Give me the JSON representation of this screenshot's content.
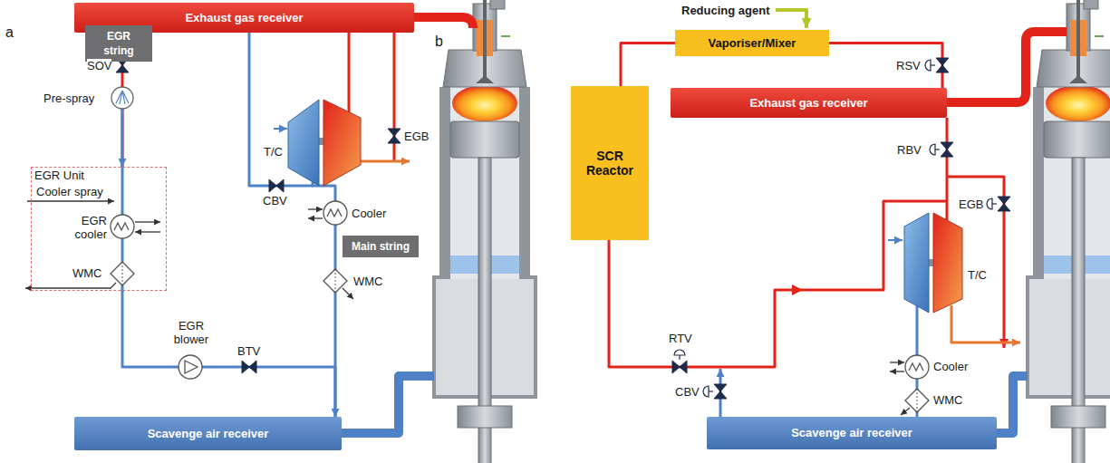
{
  "diagram": {
    "nodes": [
      {
        "text": [
          "Exhaust gas receiver"
        ]
      },
      {
        "text": [
          "EGR string"
        ]
      },
      {
        "text": [
          "EGR Unit"
        ]
      },
      {
        "text": [
          "Main string"
        ]
      },
      {
        "text": [
          "Scavenge air receiver"
        ]
      },
      {
        "text": [
          "Vaporiser/Mixer"
        ]
      },
      {
        "text": [
          "Exhaust gas receiver"
        ]
      },
      {
        "text": [
          "SCR Reactor"
        ]
      },
      {
        "text": [
          "Scavenge air receiver"
        ]
      }
    ],
    "edges": [
      {
        "from": 0,
        "to": 2,
        "arrow": "to"
      },
      {
        "from": 2,
        "to": 4,
        "arrow": "to"
      },
      {
        "from": 6,
        "to": 5,
        "arrow": "none"
      },
      {
        "from": 5,
        "to": 7,
        "arrow": "none"
      }
    ],
    "labels": [
      "a",
      "SOV",
      "Pre-spray",
      "Cooler spray",
      "EGR cooler",
      "WMC",
      "EGR blower",
      "BTV",
      "CBV",
      "T/C",
      "EGB",
      "Cooler",
      "WMC",
      "b",
      "Reducing agent",
      "RSV",
      "RBV",
      "EGB",
      "T/C",
      "RTV",
      "CBV",
      "Cooler",
      "WMC"
    ]
  }
}
